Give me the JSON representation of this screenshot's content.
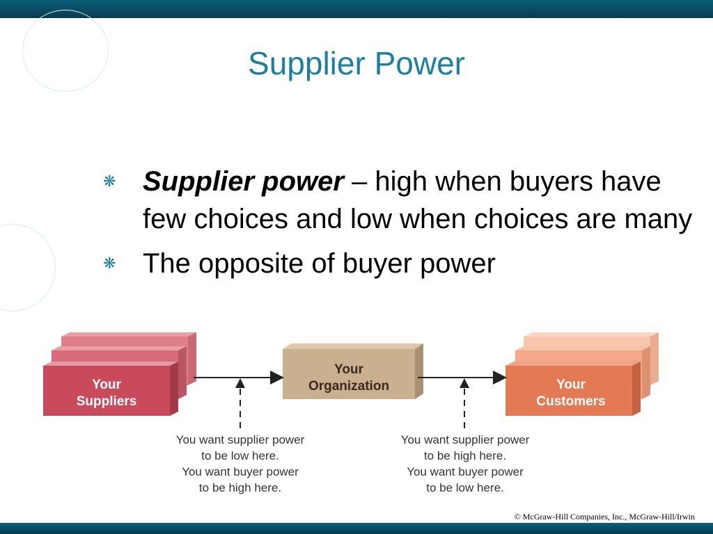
{
  "title": "Supplier Power",
  "bullets": [
    {
      "term": "Supplier power",
      "text": " – high when buyers have few choices and low when choices are many"
    },
    {
      "term": "",
      "text": "The opposite of buyer power"
    }
  ],
  "diagram": {
    "suppliers_label": [
      "Your",
      "Suppliers"
    ],
    "organization_label": [
      "Your",
      "Organization"
    ],
    "customers_label": [
      "Your",
      "Customers"
    ],
    "left_note": [
      "You want supplier power",
      "to be low here.",
      "You want buyer power",
      "to be high here."
    ],
    "right_note": [
      "You want supplier power",
      "to be high here.",
      "You want buyer power",
      "to be low here."
    ]
  },
  "footer": {
    "copyright": "© McGraw-Hill Companies, Inc., McGraw-Hill/Irwin"
  },
  "colors": {
    "accent": "#1b7fa0",
    "suppliers": "#c94a5a",
    "organization": "#c9b08f",
    "customers": "#e37a54"
  }
}
